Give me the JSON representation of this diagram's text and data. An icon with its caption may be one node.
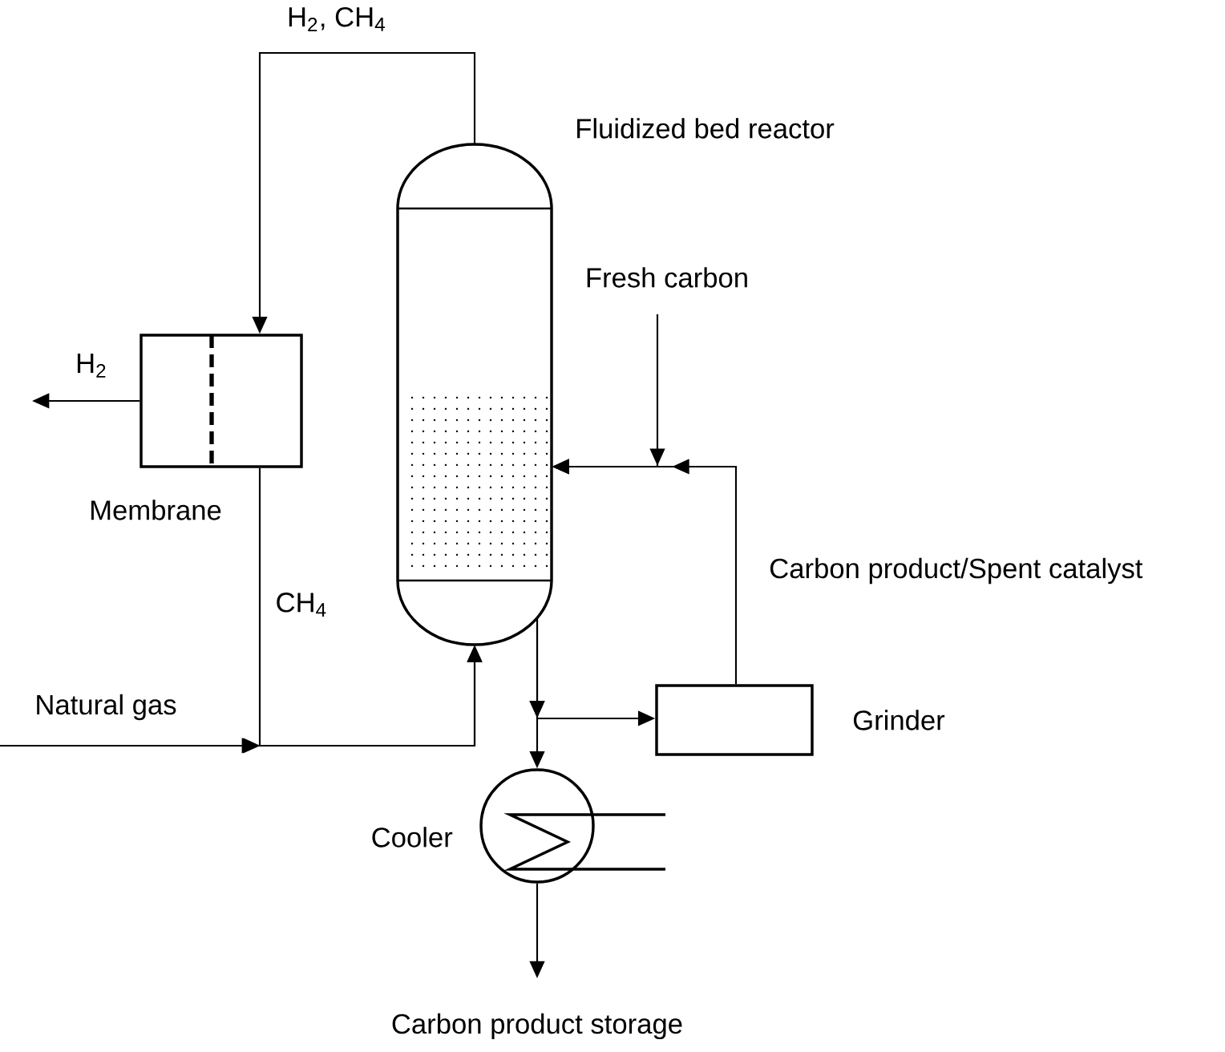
{
  "diagram": {
    "nodes": [
      {
        "text": [
          "Fluidized bed reactor"
        ]
      },
      {
        "text": [
          "Membrane"
        ]
      },
      {
        "text": [
          "Grinder"
        ]
      },
      {
        "text": [
          "Cooler"
        ]
      }
    ],
    "edges": [
      {
        "from": 0,
        "to": 1,
        "arrow": "to",
        "label": "H$_{2}$, CH$_{4}$"
      },
      {
        "from": 1,
        "to": null,
        "arrow": "to",
        "label": "H$_{2}$"
      },
      {
        "from": 1,
        "to": 0,
        "arrow": "to",
        "label": "CH$_{4}$"
      },
      {
        "from": null,
        "to": 0,
        "arrow": "to",
        "label": "Natural gas"
      },
      {
        "from": null,
        "to": 0,
        "arrow": "to",
        "label": "Fresh carbon"
      },
      {
        "from": 2,
        "to": 0,
        "arrow": "to",
        "label": "Carbon product/Spent catalyst"
      },
      {
        "from": 0,
        "to": 2,
        "arrow": "to"
      },
      {
        "from": 0,
        "to": 3,
        "arrow": "to"
      },
      {
        "from": 3,
        "to": null,
        "arrow": "to",
        "label": "Carbon product storage"
      }
    ]
  }
}
